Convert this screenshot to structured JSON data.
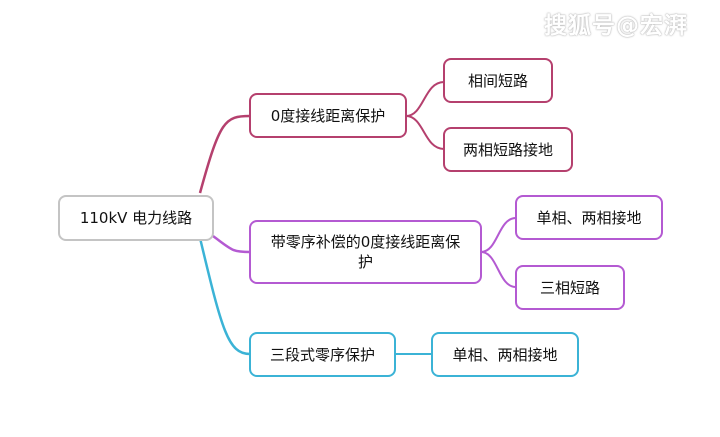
{
  "watermark": "搜狐号@宏湃",
  "colors": {
    "root": "#c4c4c4",
    "branch1": "#b5406e",
    "branch2": "#b45ad2",
    "branch3": "#3bb3d6"
  },
  "root": {
    "label": "110kV 电力线路"
  },
  "branches": [
    {
      "label": "0度接线距离保护",
      "children": [
        "相间短路",
        "两相短路接地"
      ]
    },
    {
      "label": "带零序补偿的0度接线距离保护",
      "children": [
        "单相、两相接地",
        "三相短路"
      ]
    },
    {
      "label": "三段式零序保护",
      "children": [
        "单相、两相接地"
      ]
    }
  ]
}
